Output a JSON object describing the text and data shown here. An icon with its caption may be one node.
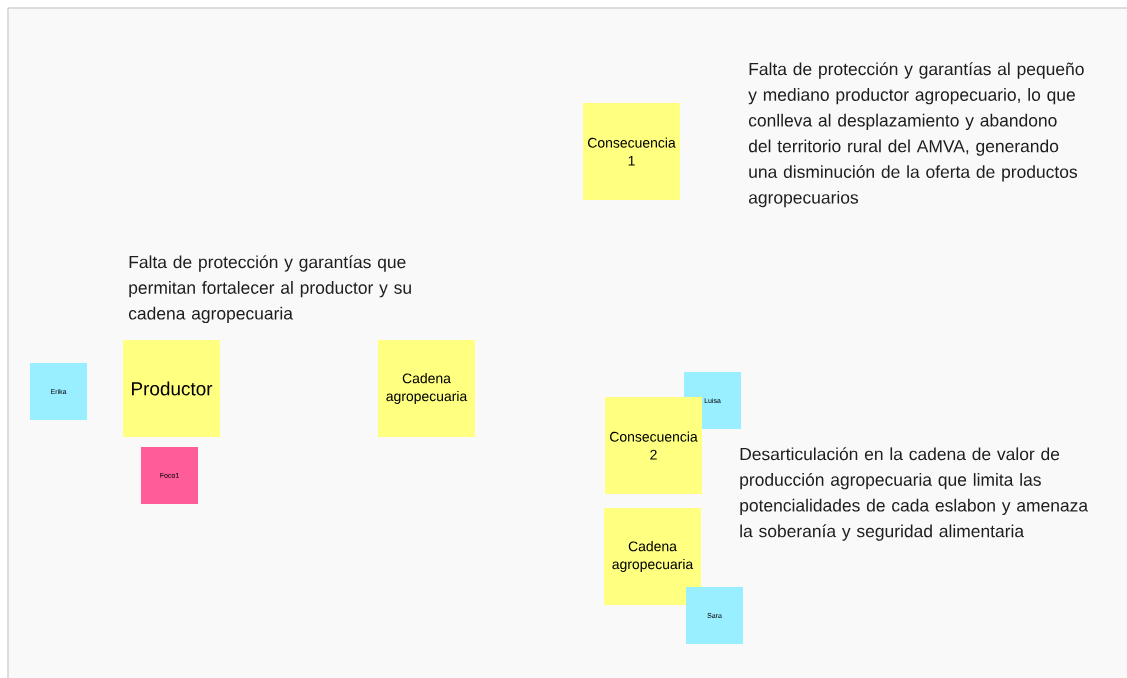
{
  "diagram": {
    "nodes": [
      {
        "text": [
          "Consecuencia 1"
        ]
      },
      {
        "text": [
          "Erika"
        ]
      },
      {
        "text": [
          "Productor"
        ]
      },
      {
        "text": [
          "Cadena agropecuaria"
        ]
      },
      {
        "text": [
          "Luisa"
        ]
      },
      {
        "text": [
          "Foco1"
        ]
      },
      {
        "text": [
          "Consecuencia 2"
        ]
      },
      {
        "text": [
          "Cadena agropecuaria"
        ]
      },
      {
        "text": [
          "Sara"
        ]
      }
    ],
    "labels": [
      "Falta de protección y garantías al pequeño y mediano productor agropecuario, lo que conlleva al desplazamiento y abandono del territorio rural del AMVA, generando una disminución de la oferta de productos agropecuarios",
      "Falta de protección y garantías que permitan fortalecer al productor y su cadena agropecuaria",
      "Desarticulación en la cadena de valor de producción agropecuaria que limita las potencialidades de cada eslabon y amenaza la soberanía y seguridad alimentaria"
    ]
  }
}
